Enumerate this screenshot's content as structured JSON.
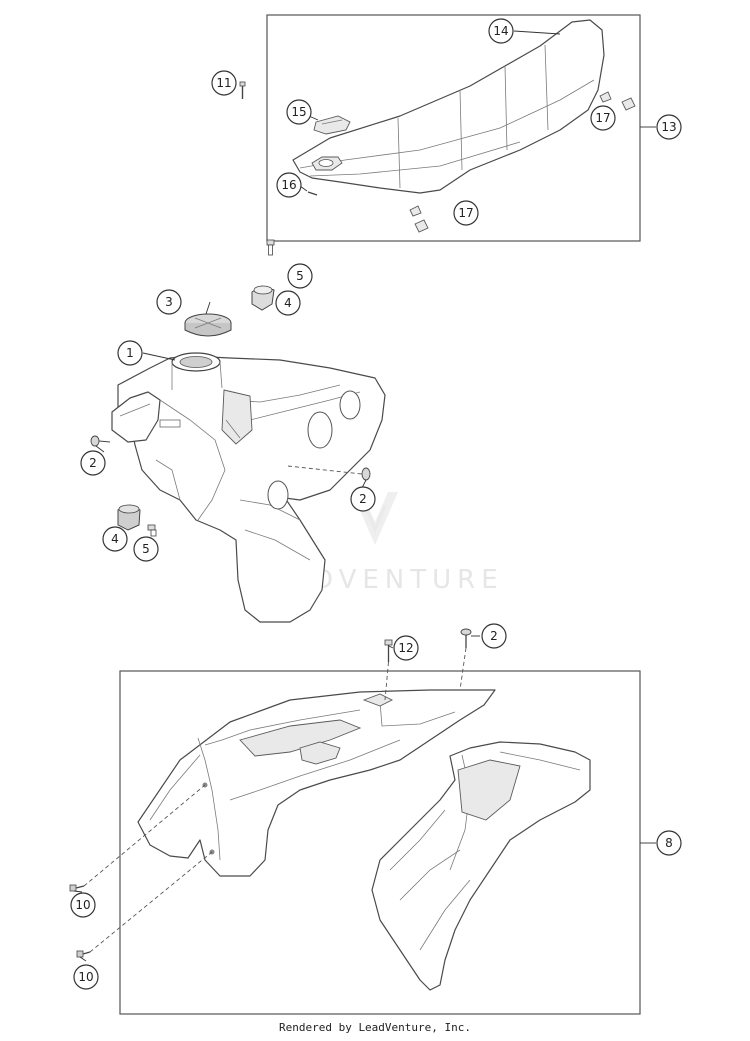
{
  "watermark": {
    "brand": "LEADVENTURE"
  },
  "callouts": {
    "c1": "1",
    "c2a": "2",
    "c2b": "2",
    "c2c": "2",
    "c3": "3",
    "c4a": "4",
    "c4b": "4",
    "c5a": "5",
    "c5b": "5",
    "c8": "8",
    "c10a": "10",
    "c10b": "10",
    "c11": "11",
    "c12": "12",
    "c13": "13",
    "c14": "14",
    "c15": "15",
    "c16": "16",
    "c17a": "17",
    "c17b": "17"
  },
  "footer": {
    "credit": "Rendered by LeadVenture, Inc."
  }
}
